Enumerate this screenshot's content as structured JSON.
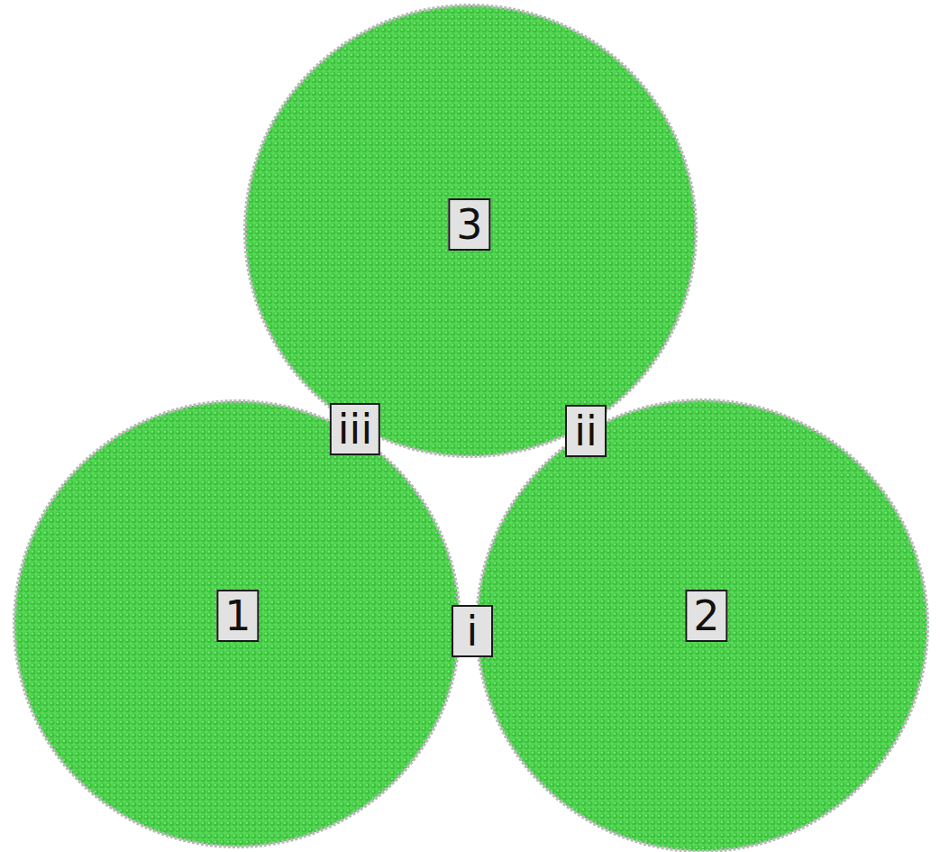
{
  "diagram": {
    "nodes": [
      {
        "text": [
          "3"
        ]
      },
      {
        "text": [
          "1"
        ]
      },
      {
        "text": [
          "2"
        ]
      }
    ],
    "labels": [
      "iii",
      "ii",
      "i"
    ]
  }
}
